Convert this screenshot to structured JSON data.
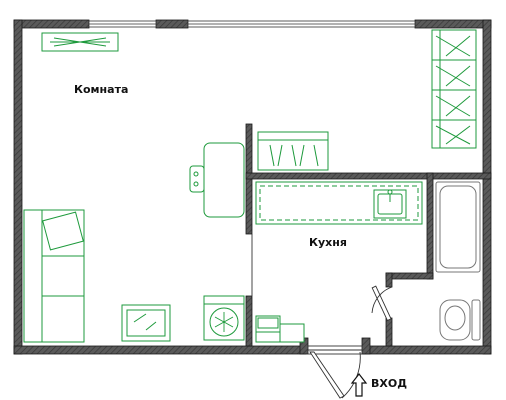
{
  "labels": {
    "room": "Комната",
    "kitchen": "Кухня",
    "entrance": "ВХОД"
  },
  "colors": {
    "wall": "#4a4a4a",
    "wall_outline": "#1a1a1a",
    "furniture": "#1e9a3c",
    "furniture_fill": "#ffffff",
    "fixture": "#777777",
    "background": "#ffffff"
  },
  "icons": {
    "entrance_arrow": "up-arrow-icon",
    "washer": "snowflake-icon"
  }
}
